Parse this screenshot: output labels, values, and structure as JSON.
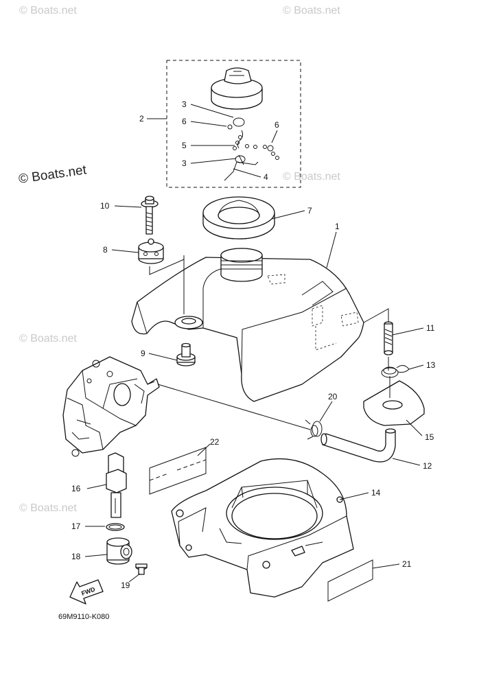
{
  "watermarks": {
    "brand": "© Boats.net"
  },
  "diagram_code": "69M9110-K080",
  "fwd_label": "FWD",
  "callouts": {
    "c1": "1",
    "c2": "2",
    "c3a": "3",
    "c3b": "3",
    "c4": "4",
    "c5": "5",
    "c6a": "6",
    "c6b": "6",
    "c7": "7",
    "c8": "8",
    "c9": "9",
    "c10": "10",
    "c11": "11",
    "c12": "12",
    "c13": "13",
    "c14": "14",
    "c15": "15",
    "c16": "16",
    "c17": "17",
    "c18": "18",
    "c19": "19",
    "c20": "20",
    "c21": "21",
    "c22": "22"
  }
}
